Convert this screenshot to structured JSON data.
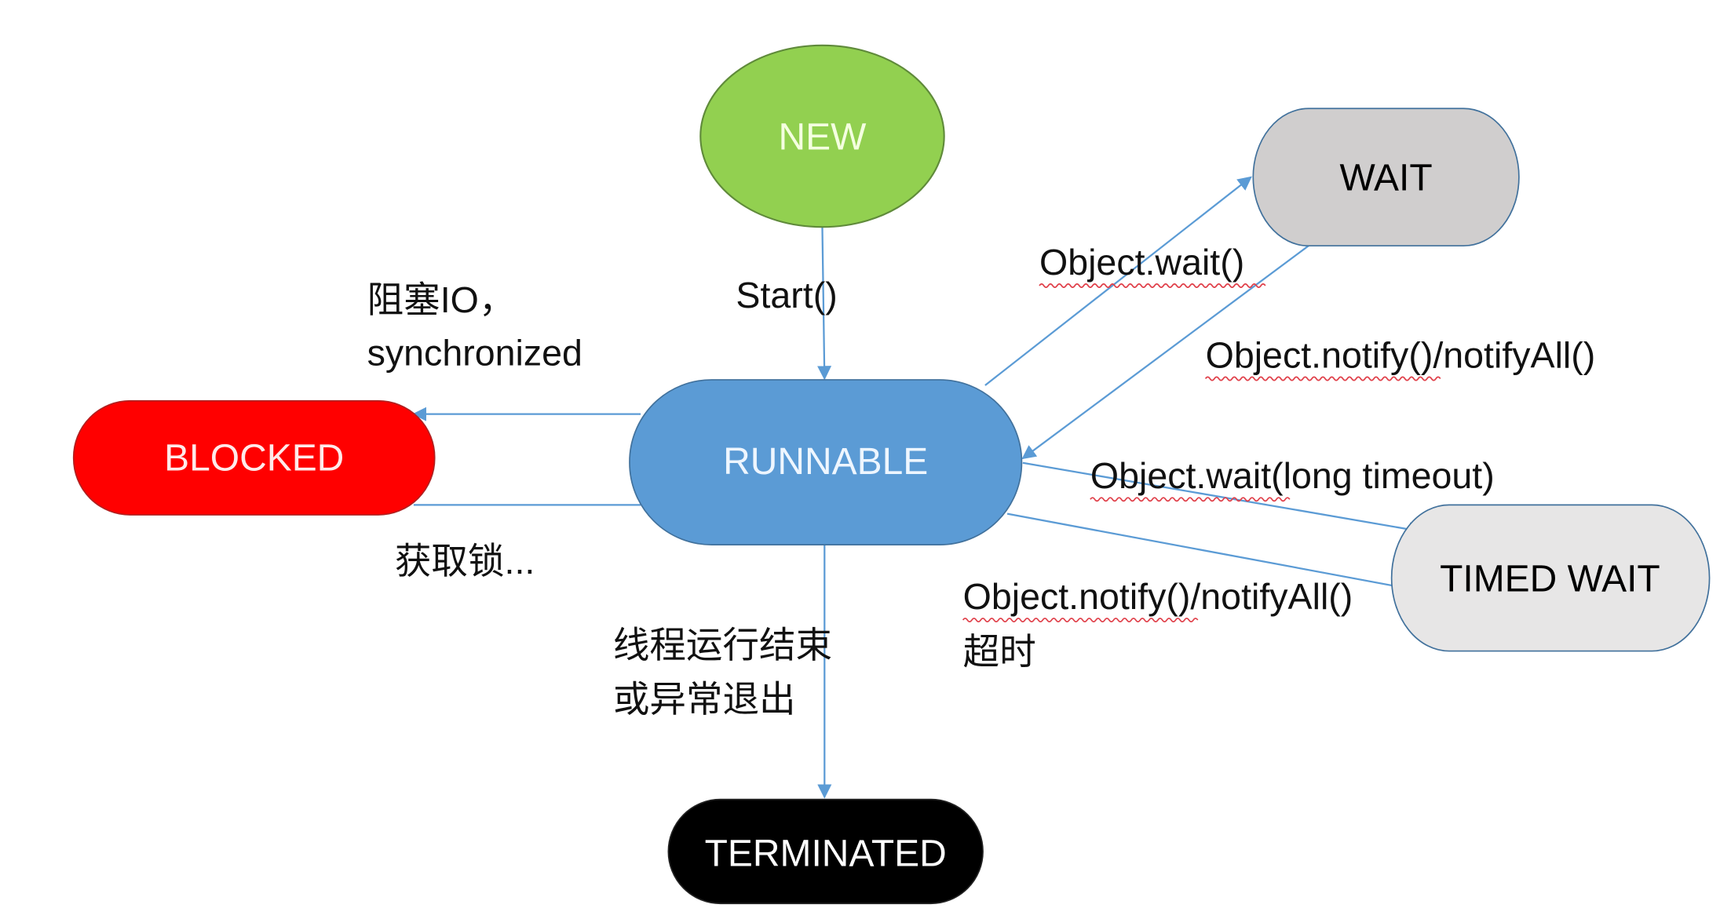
{
  "title": "Java thread state diagram",
  "colors": {
    "new": "#92d050",
    "runnable": "#5b9bd5",
    "blocked": "#ff0000",
    "wait": "#d0cece",
    "timed_wait": "#e7e6e6",
    "terminated": "#000000",
    "edge": "#5b9bd5"
  },
  "nodes": {
    "new": "NEW",
    "runnable": "RUNNABLE",
    "blocked": "BLOCKED",
    "wait": "WAIT",
    "timed_wait": "TIMED WAIT",
    "terminated": "TERMINATED"
  },
  "edges": {
    "start": "Start()",
    "to_blocked_line1": "阻塞IO，",
    "to_blocked_line2": "synchronized",
    "from_blocked": "获取锁...",
    "to_wait": "Object.wait()",
    "from_wait": "Object.notify()/notifyAll()",
    "to_timed_wait": "Object.wait(long timeout)",
    "from_timed_wait_line1": "Object.notify()/notifyAll()",
    "from_timed_wait_line2": "超时",
    "to_terminated_line1": "线程运行结束",
    "to_terminated_line2": "或异常退出"
  }
}
